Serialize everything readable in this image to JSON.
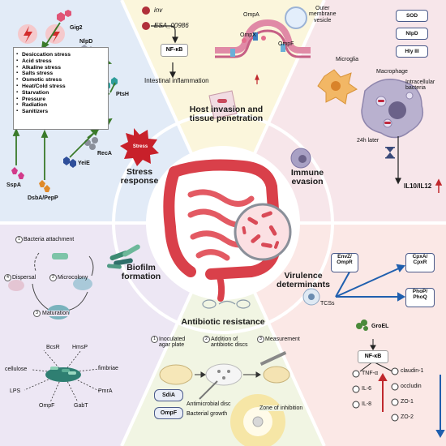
{
  "sections": {
    "host_invasion": "Host invasion and\ntissue penetration",
    "stress": "Stress\nresponse",
    "immune": "Immune\nevasion",
    "biofilm": "Biofilm\nformation",
    "virulence": "Virulence\ndeterminants",
    "antibiotic": "Antibiotic resistance"
  },
  "stress_panel": {
    "genes": {
      "gig2": "Gig2",
      "nlpd": "NlpD",
      "ptsh": "PtsH",
      "reca": "RecA",
      "yeie": "YeiE",
      "sspa": "SspA",
      "dsba": "DsbA/PepP"
    },
    "list": [
      "Desiccation stress",
      "Acid stress",
      "Alkaline stress",
      "Salts stress",
      "Osmotic stress",
      "Heat/Cold stress",
      "Starvation",
      "Pressure",
      "Radiation",
      "Sanitizers"
    ],
    "badge": "Stress"
  },
  "host_panel": {
    "inv": "inv",
    "esa": "ESA_00986",
    "nfkb": "NF-κB",
    "inflammation": "Intestinal inflammation",
    "ompa": "OmpA",
    "ompx": "OmpX",
    "ompf": "OmpF",
    "omv": "Outer\nmembrane\nvesicle"
  },
  "immune_panel": {
    "badges": [
      "SOD",
      "NlpD",
      "Hly III"
    ],
    "microglia": "Microglia",
    "macrophage": "Macrophage",
    "intracellular": "Intracellular\nbacteria",
    "later": "24h later",
    "il": "IL10/IL12"
  },
  "biofilm_panel": {
    "steps": [
      "Bacteria attachment",
      "Microcolony",
      "Maturation",
      "Dispersal"
    ],
    "step_numbers": [
      "1",
      "2",
      "3",
      "4"
    ],
    "factors": {
      "bcsr": "BcsR",
      "hmsp": "HmsP",
      "cellulose": "cellulose",
      "fimbriae": "fimbriae",
      "lps": "LPS",
      "pmra": "PmrA",
      "ompf": "OmpF",
      "gabt": "GabT"
    }
  },
  "virulence_panel": {
    "envz": "EnvZ/\nOmpR",
    "cpxa": "CpxA/\nCpxR",
    "phop": "PhoP/\nPhoQ",
    "tcss": "TCSs",
    "groel": "GroEL",
    "nfkb": "NF-κB",
    "up": [
      "TNF-α",
      "IL-6",
      "IL-8"
    ],
    "down": [
      "claudin-1",
      "occludin",
      "ZO-1",
      "ZO-2"
    ]
  },
  "antibiotic_panel": {
    "steps": [
      "Inoculated\nagar plate",
      "Addition of\nantibiotic discs",
      "Measurement"
    ],
    "step_numbers": [
      "1",
      "2",
      "3"
    ],
    "sdia": "SdiA",
    "ompf": "OmpF",
    "disc": "Antimicrobial disc",
    "growth": "Bacterial growth",
    "zone": "Zone of inhibition"
  },
  "colors": {
    "top_bg": "#fbf6dc",
    "right_top_bg": "#f7e6ea",
    "right_bottom_bg": "#fbe8e6",
    "bottom_bg": "#f1f5e3",
    "left_bottom_bg": "#ede7f4",
    "left_top_bg": "#e2ebf7",
    "center_ring": "#ffffff",
    "arrow_green": "#3a7a2a",
    "arrow_red": "#c0282d",
    "arrow_blue": "#1f5fae"
  }
}
